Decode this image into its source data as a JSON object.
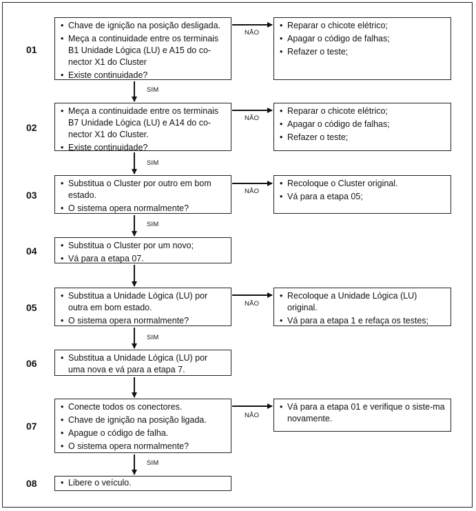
{
  "labels": {
    "yes": "SIM",
    "no": "NÃO"
  },
  "steps": [
    {
      "number": "01",
      "items": [
        "Chave de ignição na posição desligada.",
        "Meça a continuidade entre os terminais B1 Unidade Lógica (LU) e A15 do co-nector X1 do Cluster",
        "Existe continuidade?"
      ],
      "no_items": [
        "Reparar o chicote elétrico;",
        "Apagar o código de falhas;",
        "Refazer o teste;"
      ]
    },
    {
      "number": "02",
      "items": [
        "Meça a continuidade entre os terminais B7 Unidade Lógica (LU) e A14 do co-nector X1 do Cluster.",
        "Existe continuidade?"
      ],
      "no_items": [
        "Reparar o chicote elétrico;",
        "Apagar o código de falhas;",
        "Refazer o teste;"
      ]
    },
    {
      "number": "03",
      "items": [
        "Substitua o Cluster por outro em bom estado.",
        "O sistema opera normalmente?"
      ],
      "no_items": [
        "Recoloque o Cluster original.",
        "Vá para a etapa 05;"
      ]
    },
    {
      "number": "04",
      "items": [
        "Substitua o Cluster por um novo;",
        "Vá para a etapa 07."
      ]
    },
    {
      "number": "05",
      "items": [
        "Substitua a Unidade Lógica (LU) por outra  em bom estado.",
        "O sistema opera normalmente?"
      ],
      "no_items": [
        "Recoloque a Unidade Lógica (LU) original.",
        "Vá para a etapa 1 e refaça os testes;"
      ]
    },
    {
      "number": "06",
      "items": [
        "Substitua a Unidade Lógica (LU) por uma nova e vá para a etapa 7."
      ]
    },
    {
      "number": "07",
      "items": [
        "Conecte todos os conectores.",
        "Chave de ignição na posição ligada.",
        "Apague o código de falha.",
        "O sistema opera normalmente?"
      ],
      "no_items": [
        "Vá para a etapa 01 e verifique o siste-ma novamente."
      ]
    },
    {
      "number": "08",
      "items": [
        "Libere o veículo."
      ]
    }
  ]
}
